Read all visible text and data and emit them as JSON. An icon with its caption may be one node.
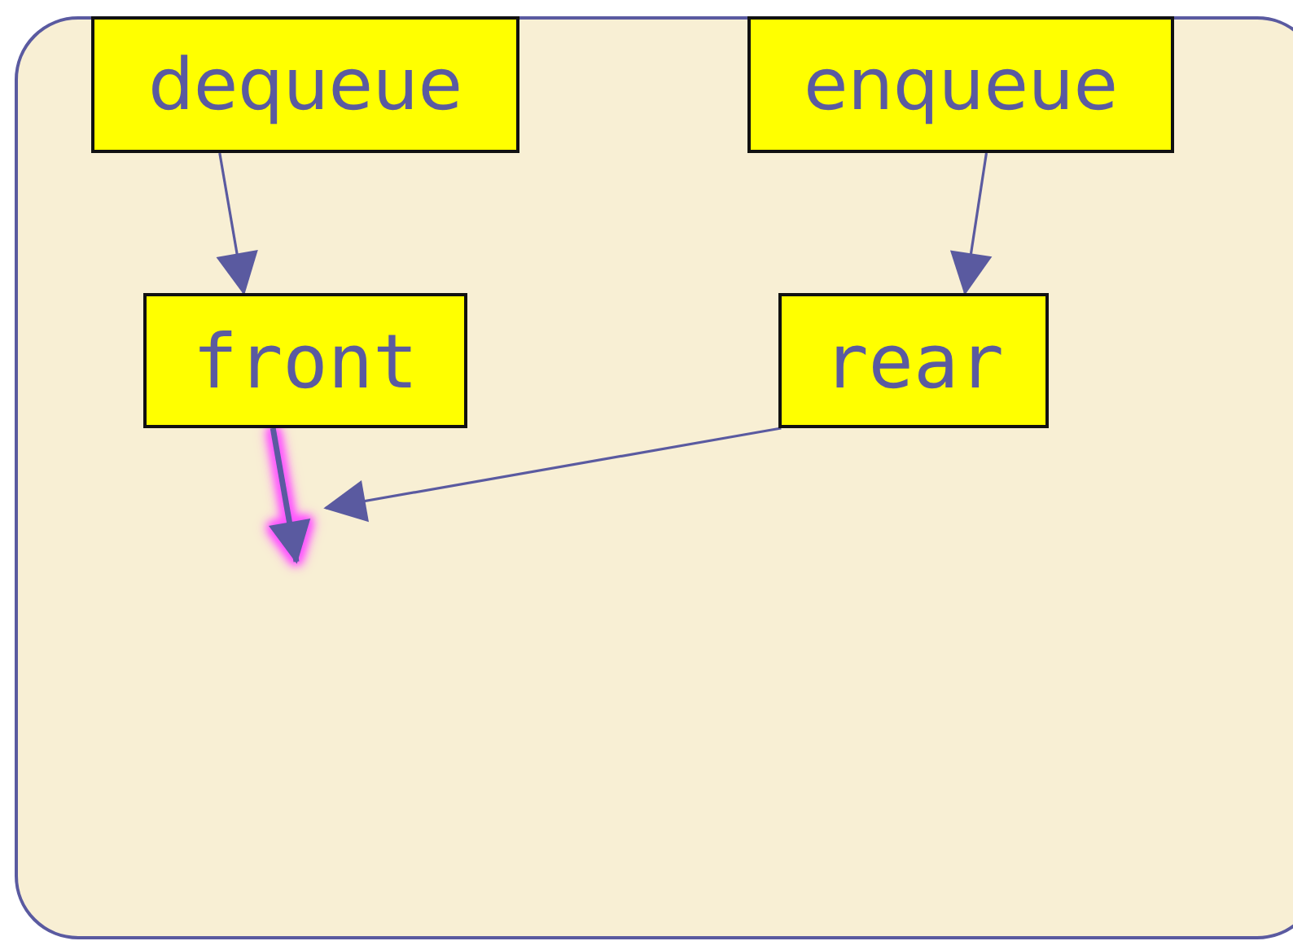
{
  "diagram": {
    "nodes": [
      {
        "text": [
          "dequeue"
        ]
      },
      {
        "text": [
          "enqueue"
        ]
      },
      {
        "text": [
          "front"
        ]
      },
      {
        "text": [
          "rear"
        ]
      }
    ],
    "edges": [
      {
        "from": 0,
        "to": 2,
        "arrow": "to"
      },
      {
        "from": 1,
        "to": 3,
        "arrow": "to"
      },
      {
        "from": 2,
        "to": null,
        "arrow": "to",
        "style": "thick"
      },
      {
        "from": 3,
        "to": null,
        "arrow": "to"
      }
    ]
  }
}
